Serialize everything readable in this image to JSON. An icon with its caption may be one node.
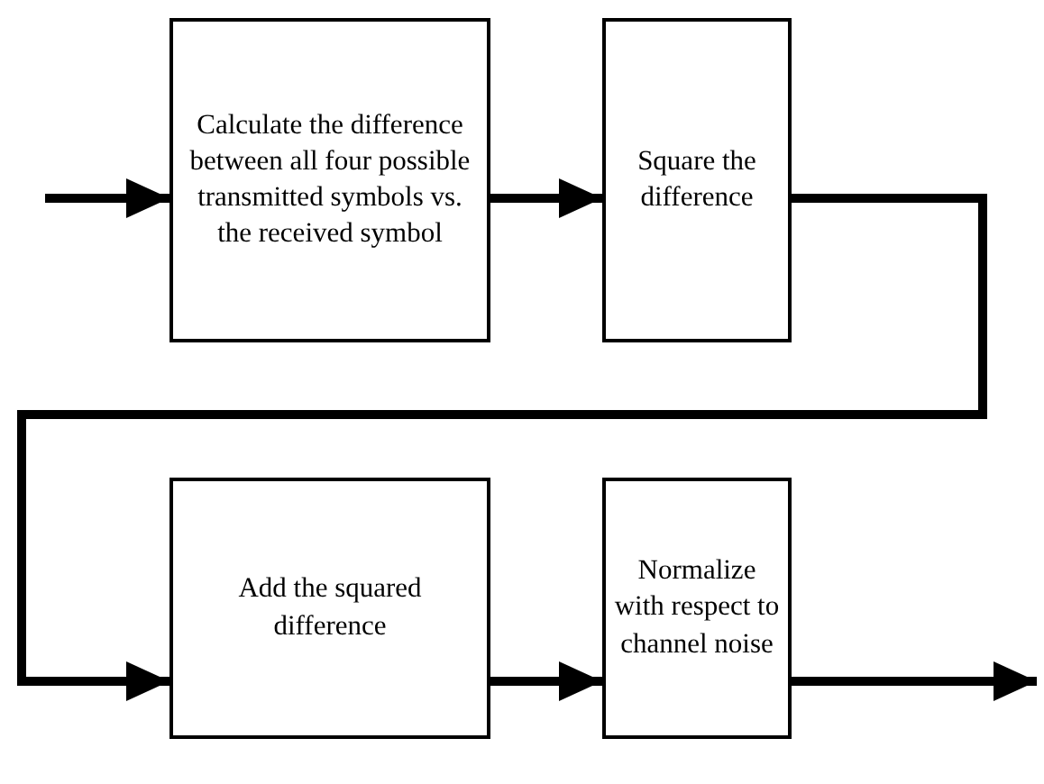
{
  "diagram": {
    "nodes": [
      {
        "text": [
          "Calculate the difference between all four possible transmitted symbols vs. the received symbol"
        ]
      },
      {
        "text": [
          "Square the difference"
        ]
      },
      {
        "text": [
          "Add the squared difference"
        ]
      },
      {
        "text": [
          "Normalize with respect to channel noise"
        ]
      }
    ],
    "edges": [
      {
        "from": null,
        "to": 0,
        "arrow": "to"
      },
      {
        "from": 0,
        "to": 1,
        "arrow": "to"
      },
      {
        "from": 1,
        "to": 2,
        "arrow": "to"
      },
      {
        "from": 2,
        "to": 3,
        "arrow": "to"
      },
      {
        "from": 3,
        "to": null,
        "arrow": "to"
      }
    ]
  }
}
